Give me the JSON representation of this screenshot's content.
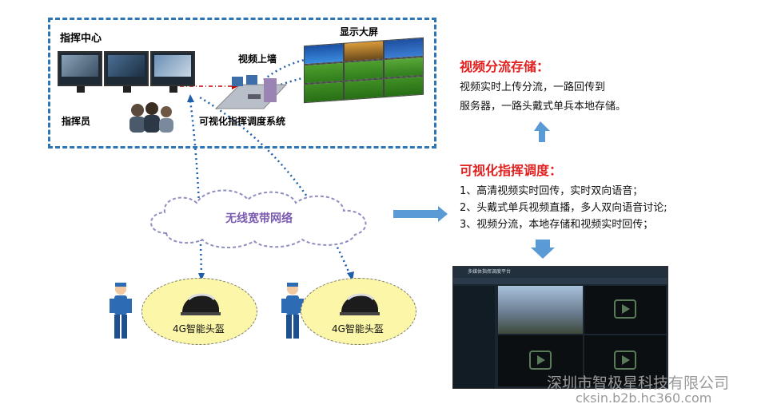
{
  "command_center": {
    "title": "指挥中心",
    "display_wall_label": "显示大屏",
    "video_wall_label": "视频上墙",
    "operator_label": "指挥员",
    "system_label": "可视化指挥调度系统"
  },
  "network": {
    "label": "无线宽带网络"
  },
  "helmets": [
    {
      "label": "4G智能头盔"
    },
    {
      "label": "4G智能头盔"
    }
  ],
  "storage": {
    "heading": "视频分流存储：",
    "lines": [
      "视频实时上传分流，一路回传到",
      "服务器，一路头戴式单兵本地存储。"
    ]
  },
  "dispatch": {
    "heading": "可视化指挥调度：",
    "lines": [
      "1、高清视频实时回传，实时双向语音；",
      "2、头戴式单兵视频直播，多人双向语音讨论;",
      "3、视频分流，本地存储和视频实时回传；"
    ]
  },
  "screenshot": {
    "title": "多媒体指挥调度平台"
  },
  "watermark": {
    "company": "深圳市智极星科技有限公司",
    "url": "cksin.b2b.hc360.com"
  },
  "colors": {
    "accent_blue": "#2e75b6",
    "heading_red": "#e0211f",
    "arrow_blue": "#5b9bd5",
    "helmet_fill": "#fbf6a8"
  }
}
